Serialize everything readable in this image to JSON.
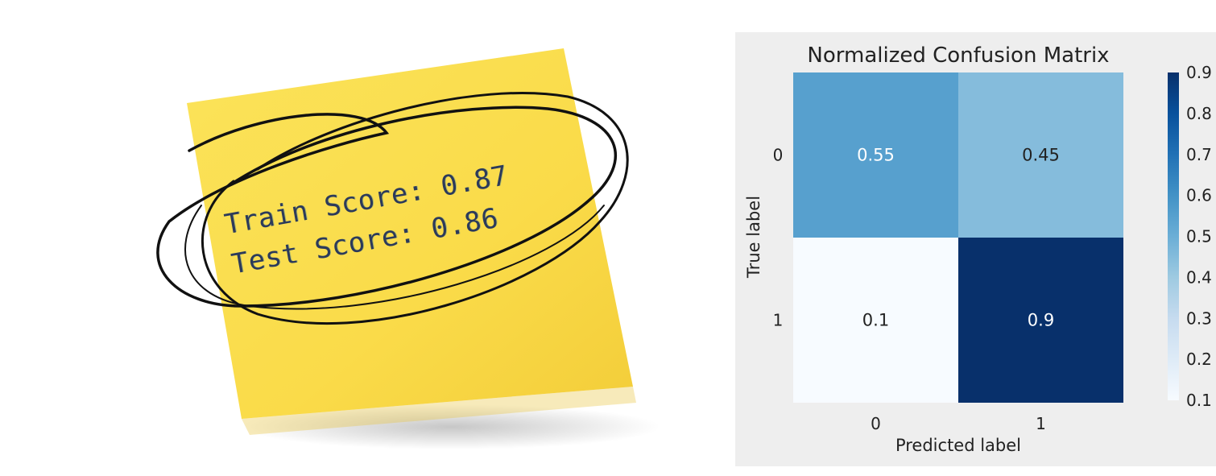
{
  "note": {
    "lines": [
      "Train Score: 0.87",
      "Test Score: 0.86"
    ],
    "paper_color": "#fbde4f",
    "ink_color": "#111111"
  },
  "chart_data": {
    "type": "heatmap",
    "title": "Normalized Confusion Matrix",
    "xlabel": "Predicted label",
    "ylabel": "True label",
    "x_categories": [
      "0",
      "1"
    ],
    "y_categories": [
      "0",
      "1"
    ],
    "values": [
      [
        0.55,
        0.45
      ],
      [
        0.1,
        0.9
      ]
    ],
    "colorbar": {
      "min": 0.1,
      "max": 0.9,
      "ticks": [
        "0.1",
        "0.2",
        "0.3",
        "0.4",
        "0.5",
        "0.6",
        "0.7",
        "0.8",
        "0.9"
      ]
    },
    "colormap": "Blues",
    "grid": false
  }
}
